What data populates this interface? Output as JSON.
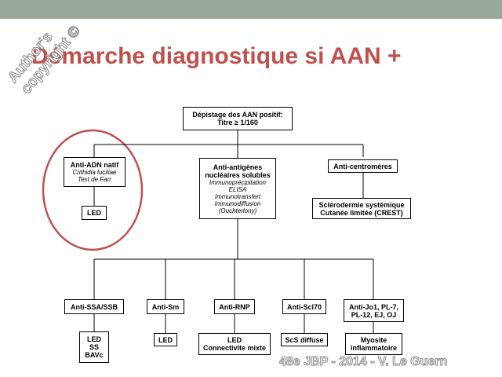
{
  "slide": {
    "title": "Démarche diagnostique si AAN +",
    "watermark_top": [
      "Author's",
      "copyright ©"
    ],
    "watermark_bottom": "48e JBP - 2014 - V. Le Guern"
  },
  "diagram": {
    "root": {
      "line1": "Dépistage des AAN positif:",
      "line2": "Titre ≥ 1/160"
    },
    "anti_adn": {
      "label": "Anti-ADN natif",
      "methods": [
        "Crithidia luciliae",
        "Test de Farr"
      ]
    },
    "led_left": "LED",
    "anti_antigenes": {
      "label_lines": [
        "Anti-antigènes",
        "nucléaires solubles"
      ],
      "methods": [
        "Immunoprécipitation",
        "ELISA",
        "Immunotransfert",
        "Immunodiffusion",
        "(Ouchterlony)"
      ]
    },
    "anti_centromeres": "Anti-centromères",
    "sclerodermie": [
      "Sclérodermie systémique",
      "Cutanée limitée (CREST)"
    ],
    "bottom_nodes": [
      {
        "label_lines": [
          "Anti-SSA/SSB"
        ],
        "result_lines": [
          "LED",
          "SS",
          "BAVc"
        ]
      },
      {
        "label_lines": [
          "Anti-Sm"
        ],
        "result_lines": [
          "LED"
        ]
      },
      {
        "label_lines": [
          "Anti-RNP"
        ],
        "result_lines": [
          "LED",
          "Connectivite mixte"
        ]
      },
      {
        "label_lines": [
          "Anti-Scl70"
        ],
        "result_lines": [
          "ScS diffuse"
        ]
      },
      {
        "label_lines": [
          "Anti-Jo1, PL-7,",
          "PL-12, EJ, OJ"
        ],
        "result_lines": [
          "Myosite",
          "inflammatoire"
        ]
      }
    ],
    "colors": {
      "title": "#c0504d",
      "highlight_circle": "#c0504d",
      "lines": "#000000"
    }
  }
}
